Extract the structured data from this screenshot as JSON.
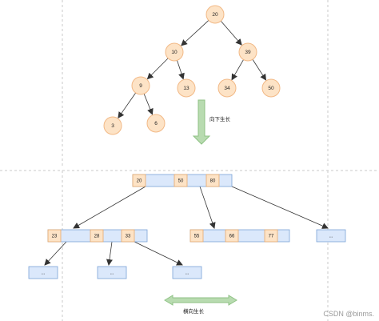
{
  "binary_tree": {
    "nodes": [
      {
        "id": "n20",
        "label": "20"
      },
      {
        "id": "n10",
        "label": "10"
      },
      {
        "id": "n39",
        "label": "39"
      },
      {
        "id": "n9",
        "label": "9"
      },
      {
        "id": "n13",
        "label": "13"
      },
      {
        "id": "n34",
        "label": "34"
      },
      {
        "id": "n50",
        "label": "50"
      },
      {
        "id": "n3",
        "label": "3"
      },
      {
        "id": "n6",
        "label": "6"
      }
    ],
    "edges": [
      [
        "n20",
        "n10"
      ],
      [
        "n20",
        "n39"
      ],
      [
        "n10",
        "n9"
      ],
      [
        "n10",
        "n13"
      ],
      [
        "n39",
        "n34"
      ],
      [
        "n39",
        "n50"
      ],
      [
        "n9",
        "n3"
      ],
      [
        "n9",
        "n6"
      ]
    ],
    "node_fill": "#fde3c6",
    "node_stroke": "#f2b986"
  },
  "vertical_arrow": {
    "label": "向下生长",
    "color": "#b8dbb0",
    "stroke": "#8fc285"
  },
  "btree": {
    "root": {
      "keys": [
        "20",
        "50",
        "80"
      ]
    },
    "children": [
      {
        "keys": [
          "23",
          "28",
          "33"
        ]
      },
      {
        "keys": [
          "55",
          "66",
          "77"
        ]
      },
      {
        "keys": [
          "..."
        ]
      }
    ],
    "leaves": [
      {
        "keys": [
          "..."
        ]
      },
      {
        "keys": [
          "..."
        ]
      },
      {
        "keys": [
          "..."
        ]
      }
    ],
    "key_fill": "#fde3c6",
    "key_stroke": "#e6a96d",
    "node_fill": "#dbe8fb",
    "node_stroke": "#7aa3d8"
  },
  "horizontal_arrow": {
    "label": "横向生长",
    "color": "#b8dbb0",
    "stroke": "#8fc285"
  },
  "watermark": "CSDN @binms.",
  "divider_color": "#c9c9c9"
}
